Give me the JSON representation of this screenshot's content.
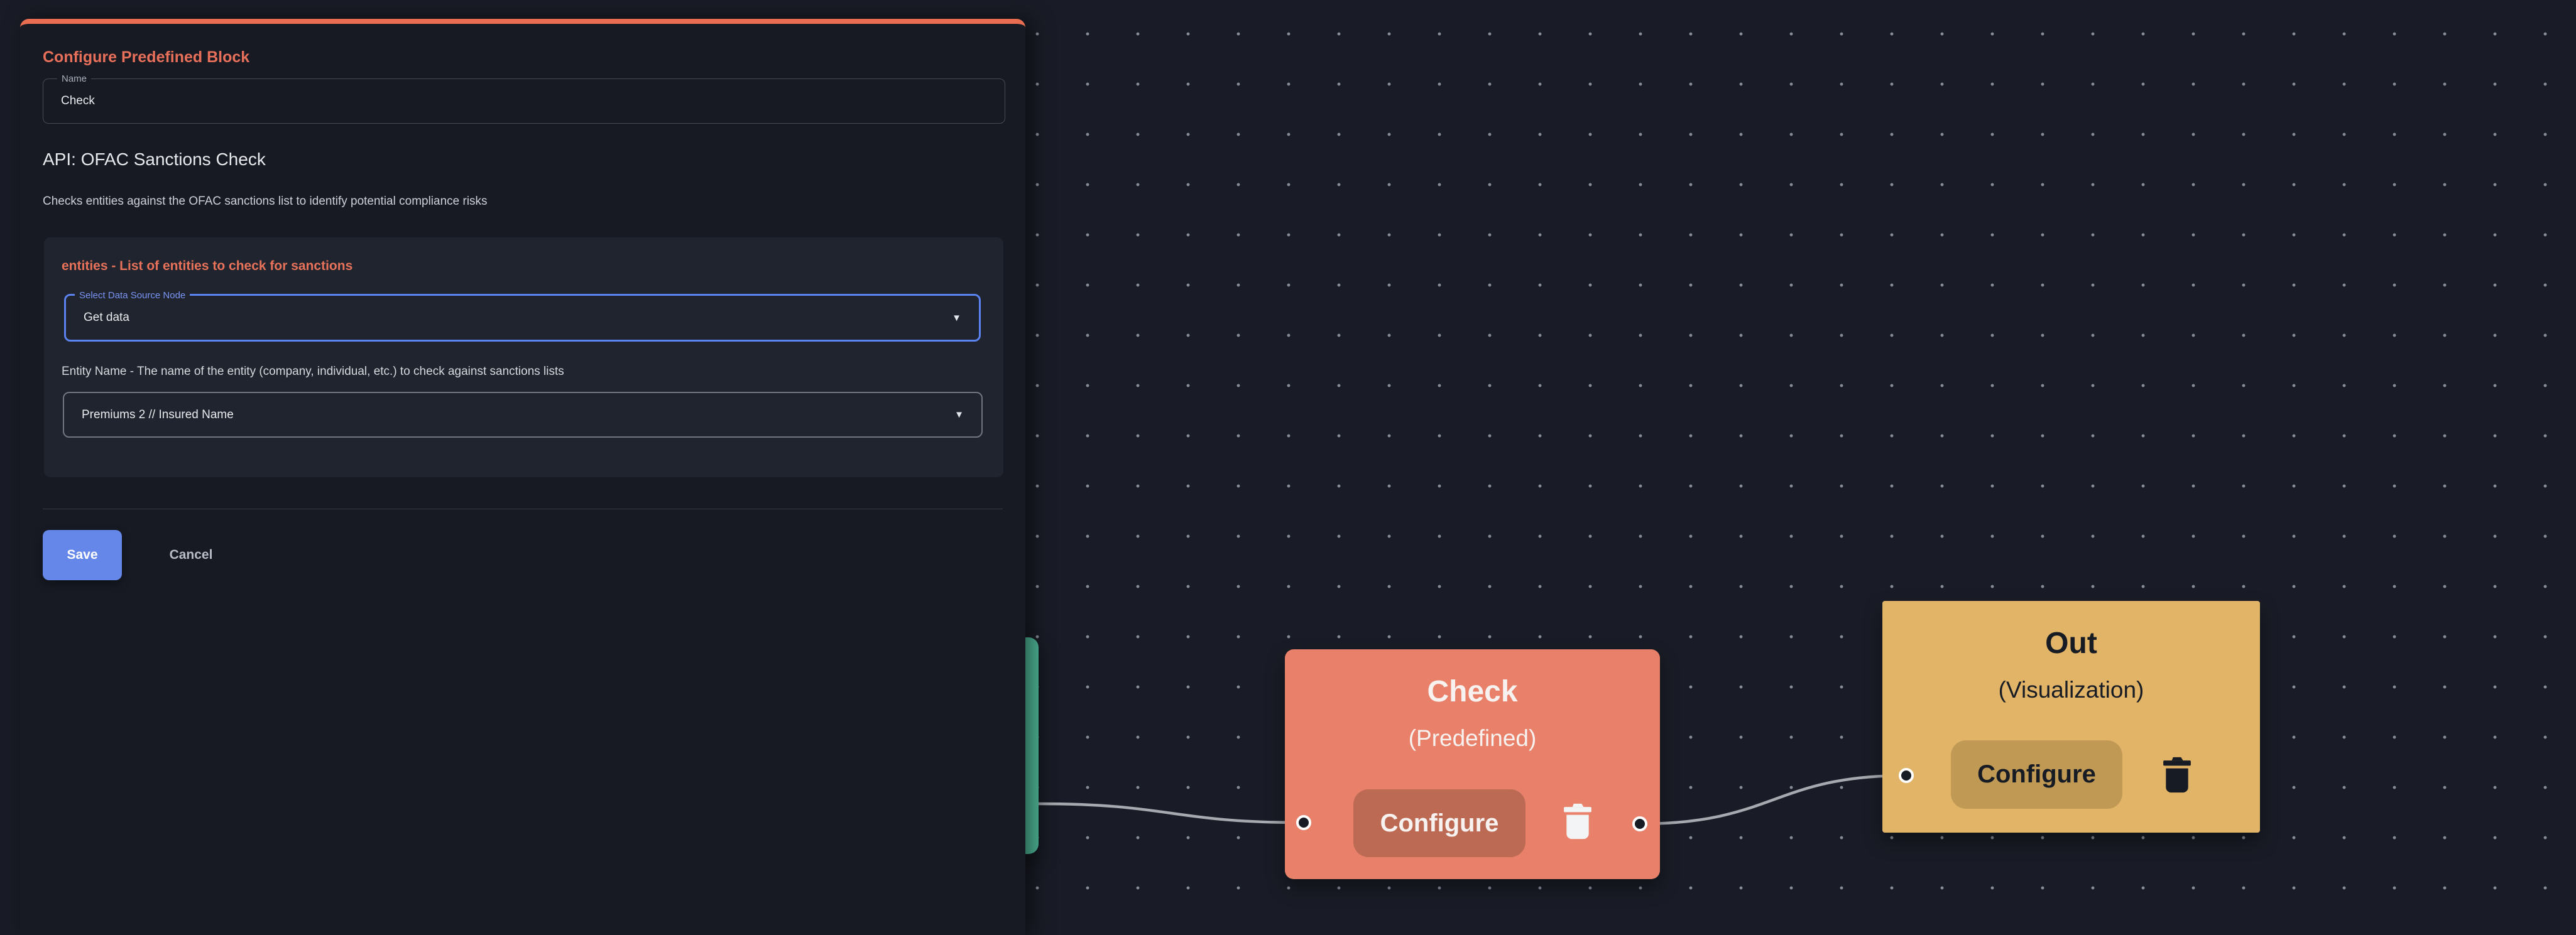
{
  "dialog": {
    "title": "Configure Predefined Block",
    "name_field": {
      "label": "Name",
      "value": "Check"
    },
    "api_heading": "API: OFAC Sanctions Check",
    "api_description": "Checks entities against the OFAC sanctions list to identify potential compliance risks",
    "entities_section": {
      "heading": "entities - List of entities to check for sanctions",
      "data_source_select": {
        "label": "Select Data Source Node",
        "value": "Get data"
      },
      "entity_name_label": "Entity Name - The name of the entity (company, individual, etc.) to check against sanctions lists",
      "entity_name_select": {
        "value": "Premiums 2 // Insured Name"
      }
    },
    "actions": {
      "save": "Save",
      "cancel": "Cancel"
    }
  },
  "canvas": {
    "nodes": {
      "check": {
        "title": "Check",
        "subtitle": "(Predefined)",
        "configure": "Configure"
      },
      "out": {
        "title": "Out",
        "subtitle": "(Visualization)",
        "configure": "Configure"
      }
    }
  },
  "icons": {
    "dropdown_arrow": "▼"
  },
  "colors": {
    "canvas_bg": "#191c26",
    "grid_dot": "#868c98",
    "panel_bg": "#171a23",
    "panel_accent_border": "#e96e51",
    "title_accent": "#e8705a",
    "section_bg": "#1f242e",
    "focus_blue": "#5c83f2",
    "save_blue": "#6687ea",
    "check_node": "#e8806a",
    "check_configure": "#bc6a54",
    "out_node": "#e2b468",
    "out_configure": "#c09a54",
    "teal_node": "#4eb495",
    "edge_wire": "#a6a9af"
  }
}
